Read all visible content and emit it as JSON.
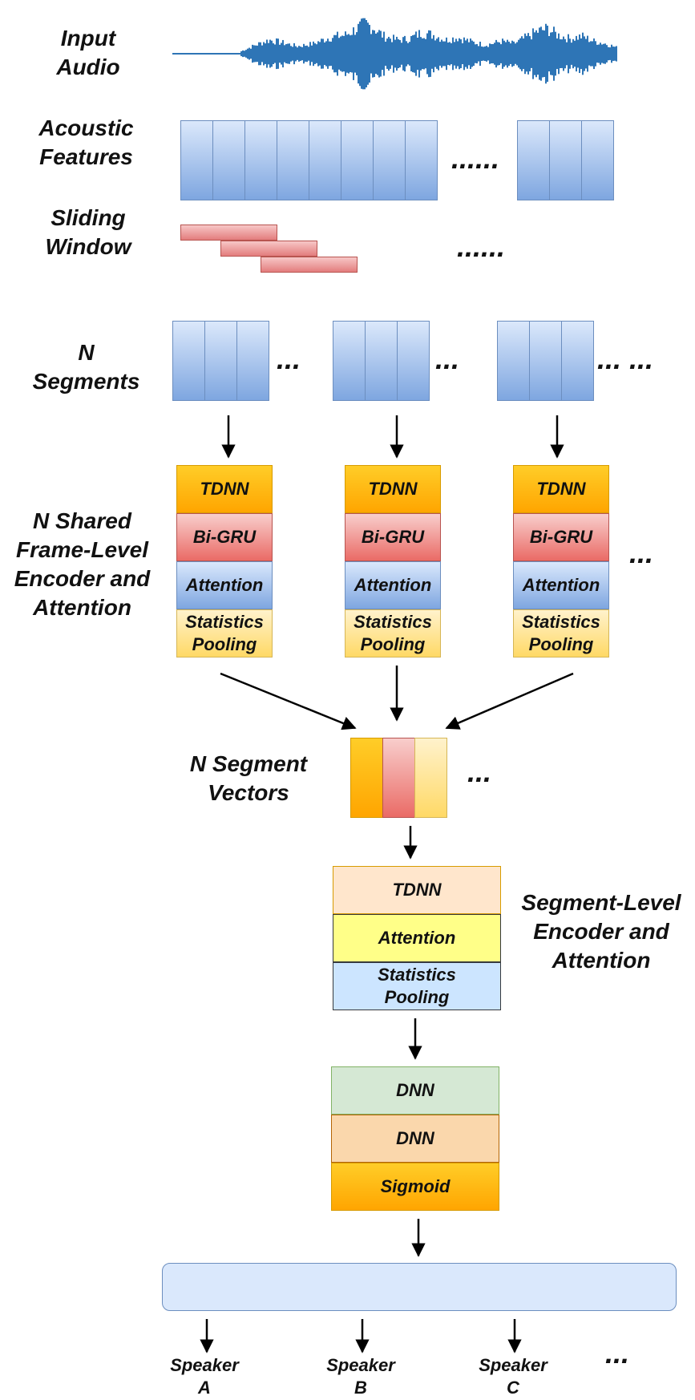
{
  "labels": {
    "input_audio": [
      "Input",
      "Audio"
    ],
    "acoustic_features": [
      "Acoustic",
      "Features"
    ],
    "sliding_window": [
      "Sliding",
      "Window"
    ],
    "n_segments": [
      "N",
      "Segments"
    ],
    "frame_level": [
      "N Shared",
      "Frame-Level",
      "Encoder and",
      "Attention"
    ],
    "segment_vectors": [
      "N Segment",
      "Vectors"
    ],
    "segment_level": [
      "Segment-Level",
      "Encoder and",
      "Attention"
    ]
  },
  "dots": {
    "features": "......",
    "window": "......",
    "seg1": "...",
    "seg2": "...",
    "seg3": "... ...",
    "encoders": "...",
    "vectors": "...",
    "speakers": "..."
  },
  "frame_encoder": {
    "tdnn": "TDNN",
    "bigru": "Bi-GRU",
    "attention": "Attention",
    "pooling": [
      "Statistics",
      "Pooling"
    ]
  },
  "segment_encoder": {
    "tdnn": "TDNN",
    "attention": "Attention",
    "pooling": [
      "Statistics",
      "Pooling"
    ]
  },
  "classifier": {
    "dnn1": "DNN",
    "dnn2": "DNN",
    "sigmoid": "Sigmoid"
  },
  "speakers": [
    [
      "Speaker",
      "A"
    ],
    [
      "Speaker",
      "B"
    ],
    [
      "Speaker",
      "C"
    ]
  ],
  "colors": {
    "audio": "#2e75b6",
    "feature_blue": "#7ea6e0",
    "window_red": "#ea6b66",
    "tdnn_orange": "#ffa500",
    "pooling_yellow": "#ffd966"
  }
}
